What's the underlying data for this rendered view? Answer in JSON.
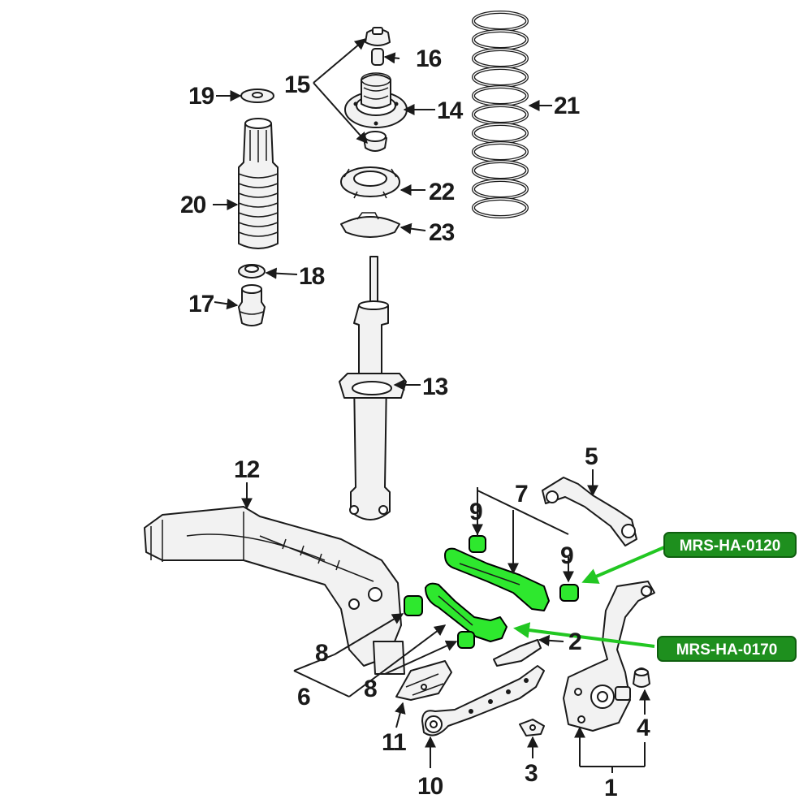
{
  "labels": {
    "l1": "1",
    "l2": "2",
    "l3": "3",
    "l4": "4",
    "l5": "5",
    "l6": "6",
    "l7": "7",
    "l8a": "8",
    "l8b": "8",
    "l9a": "9",
    "l9b": "9",
    "l10": "10",
    "l11": "11",
    "l12": "12",
    "l13": "13",
    "l14": "14",
    "l15": "15",
    "l16": "16",
    "l17": "17",
    "l18": "18",
    "l19": "19",
    "l20": "20",
    "l21": "21",
    "l22": "22",
    "l23": "23"
  },
  "badges": {
    "upper": "MRS-HA-0120",
    "lower": "MRS-HA-0170"
  },
  "colors": {
    "highlight": "#2ee82e",
    "badge_bg": "#1e8f1e",
    "badge_border": "#0f5f0f"
  }
}
